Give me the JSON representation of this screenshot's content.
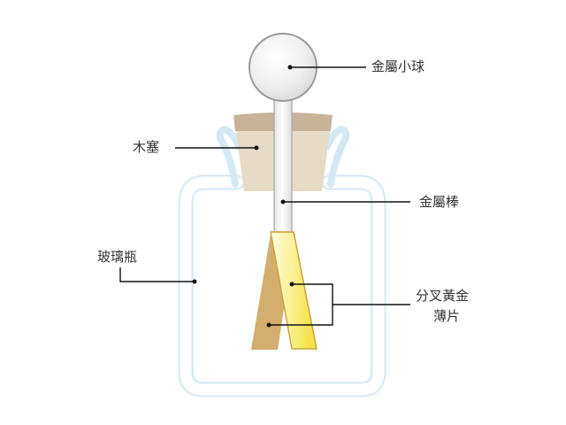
{
  "labels": {
    "ball": "金屬小球",
    "cork": "木塞",
    "rod": "金屬棒",
    "bottle": "玻璃瓶",
    "leaves_line1": "分叉黃金",
    "leaves_line2": "薄片"
  },
  "colors": {
    "bottle_stroke": "#d4e9f4",
    "bottle_inner": "#ffffff",
    "cork_top": "#c7b39a",
    "cork_body": "#e6dbc6",
    "rod_fill": "#f2f2f2",
    "rod_stroke": "#a8a8a8",
    "ball_stroke": "#9a9a9a",
    "leaf_left": "#d4ae6e",
    "leaf_right": "#f6ea5c",
    "leader_line": "#111111",
    "label_text": "#333333"
  }
}
